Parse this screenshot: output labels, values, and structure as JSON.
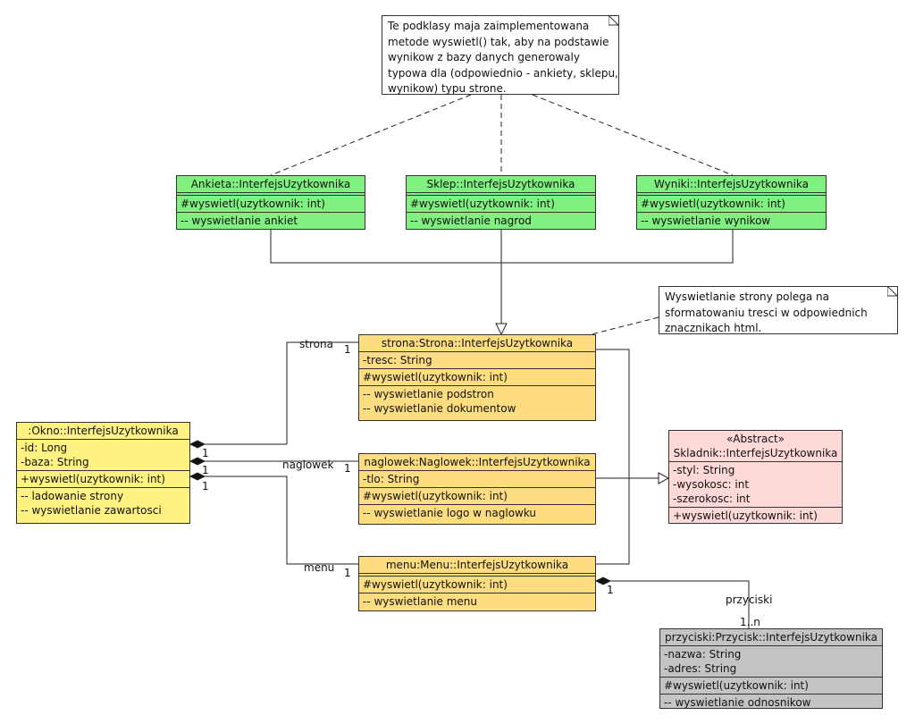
{
  "notes": [
    {
      "id": "note-subclasses",
      "lines": [
        "Te podklasy maja zaimplementowana",
        "metode wyswietl() tak, aby na podstawie",
        "wynikow z bazy danych generowaly",
        "typowa dla (odpowiednio - ankiety, sklepu,",
        "wynikow) typu strone."
      ]
    },
    {
      "id": "note-strona",
      "lines": [
        "Wyswietlanie strony polega na",
        "sformatowaniu tresci w odpowiednich",
        "znacznikach html."
      ]
    }
  ],
  "classes": [
    {
      "id": "ankieta",
      "name": "Ankieta::InterfejsUzytkownika",
      "attributes": [],
      "operations": [
        "#wyswietl(uzytkownik: int)"
      ],
      "notes": [
        "-- wyswietlanie ankiet"
      ],
      "color": "#80f080"
    },
    {
      "id": "sklep",
      "name": "Sklep::InterfejsUzytkownika",
      "attributes": [],
      "operations": [
        "#wyswietl(uzytkownik: int)"
      ],
      "notes": [
        "-- wyswietlanie nagrod"
      ],
      "color": "#80f080"
    },
    {
      "id": "wyniki",
      "name": "Wyniki::InterfejsUzytkownika",
      "attributes": [],
      "operations": [
        "#wyswietl(uzytkownik: int)"
      ],
      "notes": [
        "-- wyswietlanie wynikow"
      ],
      "color": "#80f080"
    },
    {
      "id": "strona",
      "name": "strona:Strona::InterfejsUzytkownika",
      "attributes": [
        "-tresc: String"
      ],
      "operations": [
        "#wyswietl(uzytkownik: int)"
      ],
      "notes": [
        "-- wyswietlanie podstron",
        "-- wyswietlanie dokumentow"
      ],
      "color": "#fedc80"
    },
    {
      "id": "okno",
      "name": ":Okno::InterfejsUzytkownika",
      "attributes": [
        "-id: Long",
        "-baza: String"
      ],
      "operations": [
        "+wyswietl(uzytkownik: int)"
      ],
      "notes": [
        "-- ladowanie strony",
        "-- wyswietlanie zawartosci"
      ],
      "color": "#fff280"
    },
    {
      "id": "naglowek",
      "name": "naglowek:Naglowek::InterfejsUzytkownika",
      "attributes": [
        "-tlo: String"
      ],
      "operations": [
        "#wyswietl(uzytkownik: int)"
      ],
      "notes": [
        "-- wyswietlanie logo w naglowku"
      ],
      "color": "#fedc80"
    },
    {
      "id": "skladnik",
      "stereotype": "«Abstract»",
      "name": "Skladnik::InterfejsUzytkownika",
      "attributes": [
        "-styl: String",
        "-wysokosc: int",
        "-szerokosc: int"
      ],
      "operations": [
        "+wyswietl(uzytkownik: int)"
      ],
      "notes": null,
      "color": "#ffd8d8"
    },
    {
      "id": "menu",
      "name": "menu:Menu::InterfejsUzytkownika",
      "attributes": [],
      "operations": [
        "#wyswietl(uzytkownik: int)"
      ],
      "notes": [
        "-- wyswietlanie menu"
      ],
      "color": "#fedc80"
    },
    {
      "id": "przycisk",
      "name": "przyciski:Przycisk::InterfejsUzytkownika",
      "attributes": [
        "-nazwa: String",
        "-adres: String"
      ],
      "operations": [
        "#wyswietl(uzytkownik: int)"
      ],
      "notes": [
        "-- wyswietlanie odnosnikow"
      ],
      "color": "#c4c4c4"
    }
  ],
  "associations": [
    {
      "id": "okno-strona",
      "role": "strona",
      "source_mult": "1",
      "target_mult": "1"
    },
    {
      "id": "okno-naglowek",
      "role": "naglowek",
      "source_mult": "1",
      "target_mult": "1"
    },
    {
      "id": "okno-menu",
      "role": "menu",
      "source_mult": "1",
      "target_mult": "1"
    },
    {
      "id": "menu-przycisk",
      "role": "przyciski",
      "source_mult": "1",
      "target_mult": "1..n"
    }
  ]
}
